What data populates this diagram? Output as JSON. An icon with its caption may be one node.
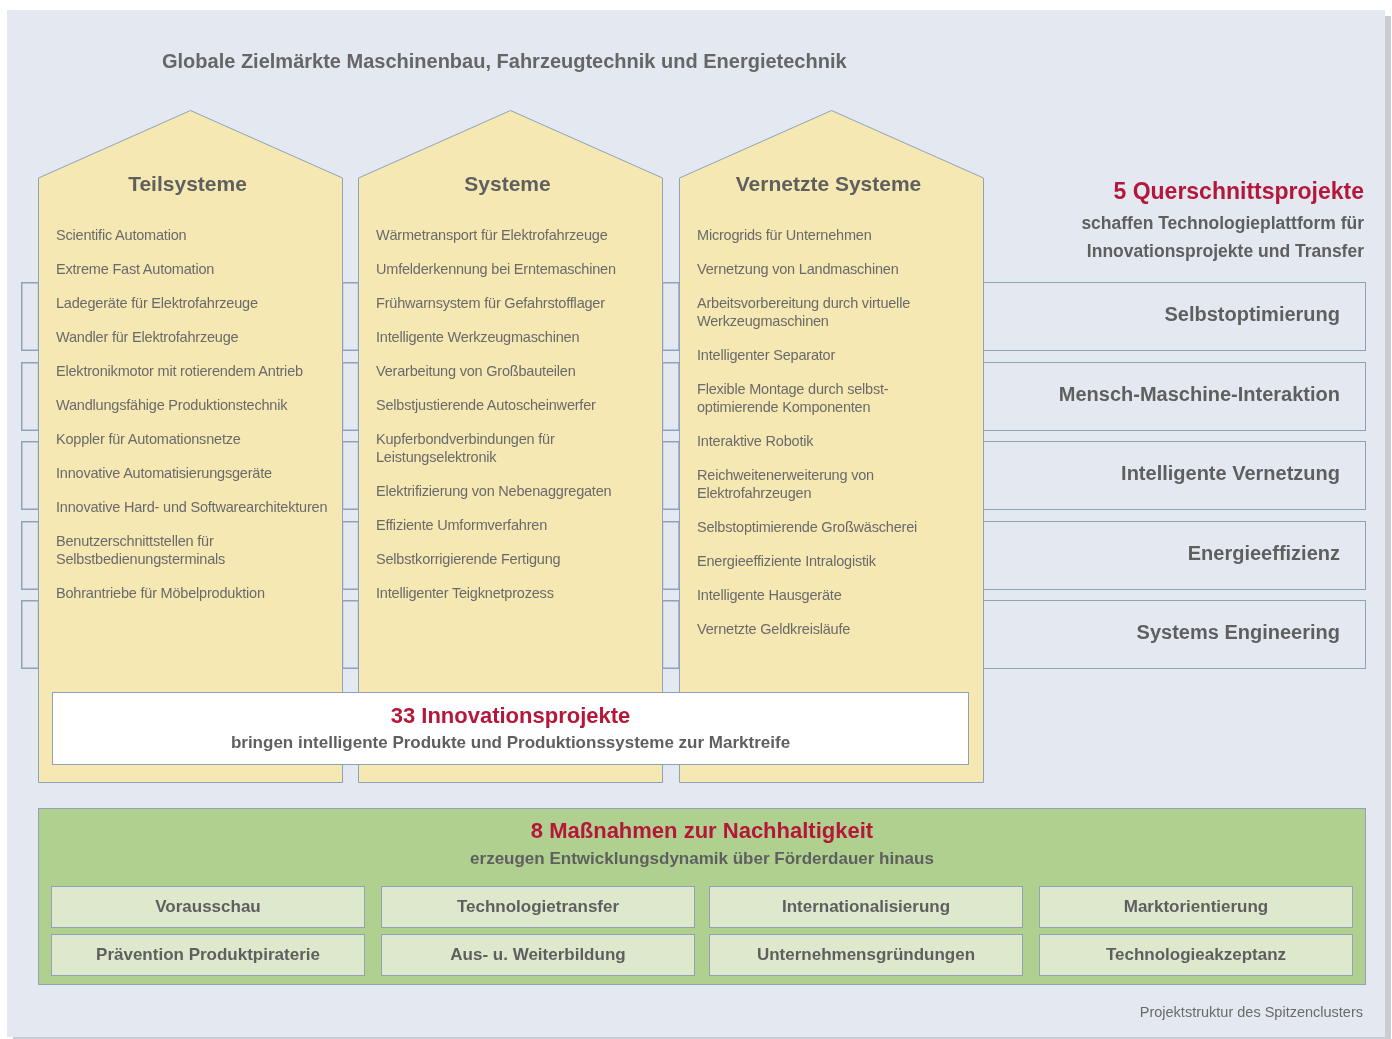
{
  "diagram": {
    "title": "Globale Zielmärkte Maschinenbau, Fahrzeugtechnik und Energietechnik",
    "caption": "Projektstruktur des Spitzenclusters",
    "nodes": [
      {
        "text": [
          "Teilsysteme",
          "Scientific Automation",
          "Extreme Fast Automation",
          "Ladegeräte für Elektrofahrzeuge",
          "Wandler für Elektrofahrzeuge",
          "Elektronikmotor mit rotierendem Antrieb",
          "Wandlungsfähige Produktionstechnik",
          "Koppler für Automationsnetze",
          "Innovative Automatisierungsgeräte",
          "Innovative Hard- und Softwarearchitekturen",
          "Benutzerschnittstellen für Selbstbedienungsterminals",
          "Bohrantriebe für Möbelproduktion"
        ]
      },
      {
        "text": [
          "Systeme",
          "Wärmetransport für Elektrofahrzeuge",
          "Umfelderkennung bei Erntemaschinen",
          "Frühwarnsystem für Gefahrstofflager",
          "Intelligente Werkzeugmaschinen",
          "Verarbeitung von Großbauteilen",
          "Selbstjustierende Autoscheinwerfer",
          "Kupferbondverbindungen für Leistungselektronik",
          "Elektrifizierung von Nebenaggregaten",
          "Effiziente Umformverfahren",
          "Selbstkorrigierende Fertigung",
          "Intelligenter Teigknetprozess"
        ]
      },
      {
        "text": [
          "Vernetzte Systeme",
          "Microgrids für Unternehmen",
          "Vernetzung von Landmaschinen",
          "Arbeitsvorbereitung durch virtuelle Werkzeugmaschinen",
          "Intelligenter Separator",
          "Flexible Montage durch selbst- optimierende Komponenten",
          "Interaktive Robotik",
          "Reichweitenerweiterung von Elektrofahrzeugen",
          "Selbstoptimierende Großwäscherei",
          "Energieeffiziente Intralogistik",
          "Intelligente Hausgeräte",
          "Vernetzte Geldkreisläufe"
        ]
      },
      {
        "text": [
          "33 Innovationsprojekte",
          "bringen intelligente Produkte und Produktionssysteme zur Marktreife"
        ]
      },
      {
        "text": [
          "Selbstoptimierung"
        ]
      },
      {
        "text": [
          "Mensch-Maschine-Interaktion"
        ]
      },
      {
        "text": [
          "Intelligente Vernetzung"
        ]
      },
      {
        "text": [
          "Energieeffizienz"
        ]
      },
      {
        "text": [
          "Systems Engineering"
        ]
      },
      {
        "text": [
          "8 Maßnahmen zur Nachhaltigkeit",
          "erzeugen Entwicklungsdynamik über Förderdauer hinaus"
        ]
      },
      {
        "text": [
          "Vorausschau"
        ],
        "in": 9
      },
      {
        "text": [
          "Technologietransfer"
        ],
        "in": 9
      },
      {
        "text": [
          "Internationalisierung"
        ],
        "in": 9
      },
      {
        "text": [
          "Marktorientierung"
        ],
        "in": 9
      },
      {
        "text": [
          "Prävention Produktpiraterie"
        ],
        "in": 9
      },
      {
        "text": [
          "Aus- u. Weiterbildung"
        ],
        "in": 9
      },
      {
        "text": [
          "Unternehmensgründungen"
        ],
        "in": 9
      },
      {
        "text": [
          "Technologieakzeptanz"
        ],
        "in": 9
      }
    ],
    "labels": [
      "5 Querschnittsprojekte",
      "schaffen Technologieplattform für Innovationsprojekte und Transfer"
    ]
  }
}
